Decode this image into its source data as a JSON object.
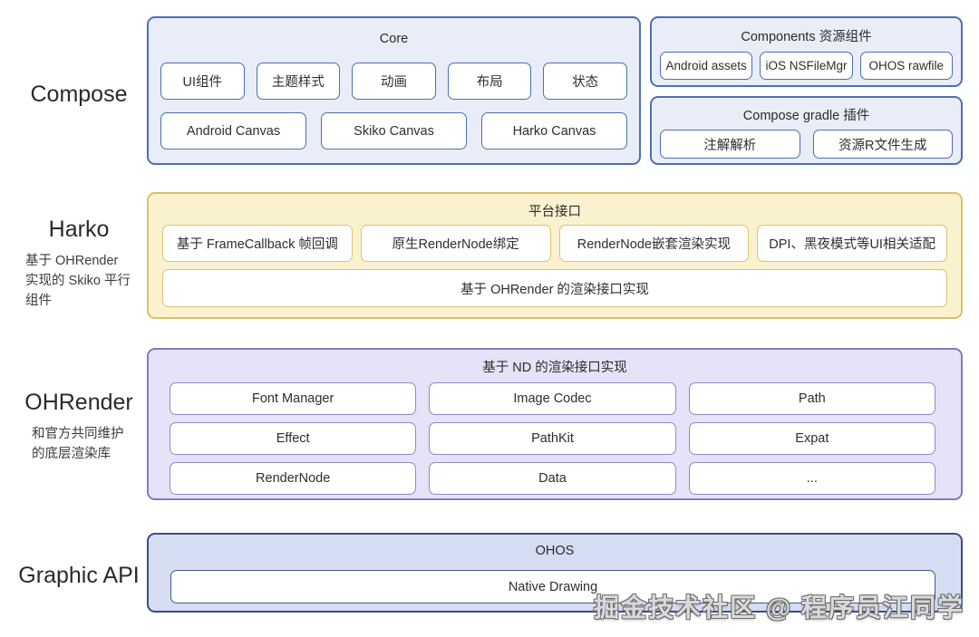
{
  "left_rail": {
    "compose_label": "Compose",
    "harko_label": "Harko",
    "harko_subtitle": "基于 OHRender 实现的 Skiko 平行组件",
    "ohrender_label": "OHRender",
    "ohrender_subtitle": "和官方共同维护的底层渲染库",
    "graphic_api_label": "Graphic API"
  },
  "compose_tier": {
    "core": {
      "title": "Core",
      "row1": [
        "UI组件",
        "主题样式",
        "动画",
        "布局",
        "状态"
      ],
      "row2": [
        "Android Canvas",
        "Skiko Canvas",
        "Harko Canvas"
      ]
    },
    "components": {
      "title": "Components 资源组件",
      "items": [
        "Android assets",
        "iOS NSFileMgr",
        "OHOS rawfile"
      ]
    },
    "gradle_plugin": {
      "title": "Compose gradle 插件",
      "items": [
        "注解解析",
        "资源R文件生成"
      ]
    }
  },
  "harko_tier": {
    "title": "平台接口",
    "row": [
      "基于 FrameCallback 帧回调",
      "原生RenderNode绑定",
      "RenderNode嵌套渲染实现",
      "DPI、黑夜模式等UI相关适配"
    ],
    "full_width": "基于 OHRender 的渲染接口实现"
  },
  "ohrender_tier": {
    "title": "基于 ND 的渲染接口实现",
    "grid": [
      "Font Manager",
      "Image Codec",
      "Path",
      "Effect",
      "PathKit",
      "Expat",
      "RenderNode",
      "Data",
      "..."
    ]
  },
  "graphic_tier": {
    "title": "OHOS",
    "full_width": "Native Drawing"
  },
  "watermark": "掘金技术社区 @ 程序员江同学",
  "colors": {
    "blue_border": "#4b70b2",
    "blue_bg": "#e9edf8",
    "yellow_border": "#dcc06c",
    "yellow_bg": "#faf1ce",
    "purple_border": "#8478c3",
    "purple_bg": "#e8e2f8",
    "navy_border": "#3c4d86",
    "navy_bg": "#d5ddf2"
  }
}
